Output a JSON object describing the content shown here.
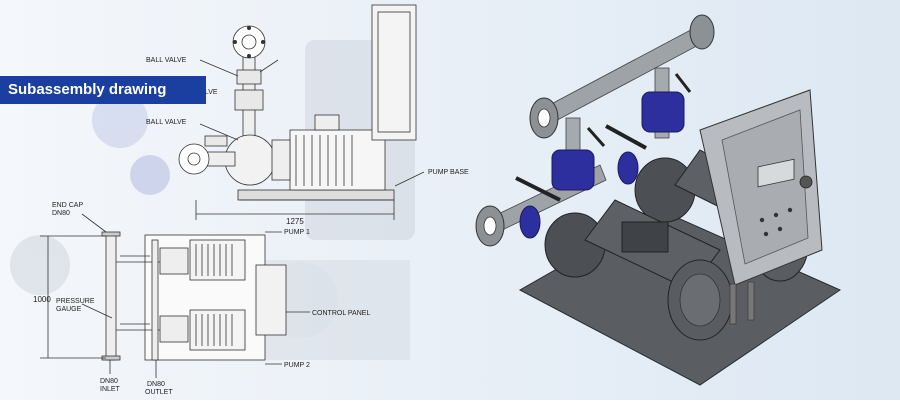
{
  "banner": {
    "title": "Subassembly drawing"
  },
  "labels": {
    "ball_valve_top": "BALL VALVE",
    "valve_partial": "VALVE",
    "ball_valve_mid": "BALL VALVE",
    "pump_base": "PUMP BASE",
    "dim_1275": "1275",
    "end_cap_line1": "END CAP",
    "end_cap_line2": "DN80",
    "pump_1": "PUMP 1",
    "dim_1000": "1000",
    "pressure_line1": "PRESSURE",
    "pressure_line2": "GAUGE",
    "control_panel": "CONTROL PANEL",
    "pump_2": "PUMP 2",
    "inlet_line1": "DN80",
    "inlet_line2": "INLET",
    "outlet_line1": "DN80",
    "outlet_line2": "OUTLET"
  },
  "colors": {
    "banner_bg": "#1b3fa0",
    "valve_blue": "#2e2f9e",
    "metal_gray": "#6f7479",
    "panel_gray": "#b8bcc0"
  }
}
